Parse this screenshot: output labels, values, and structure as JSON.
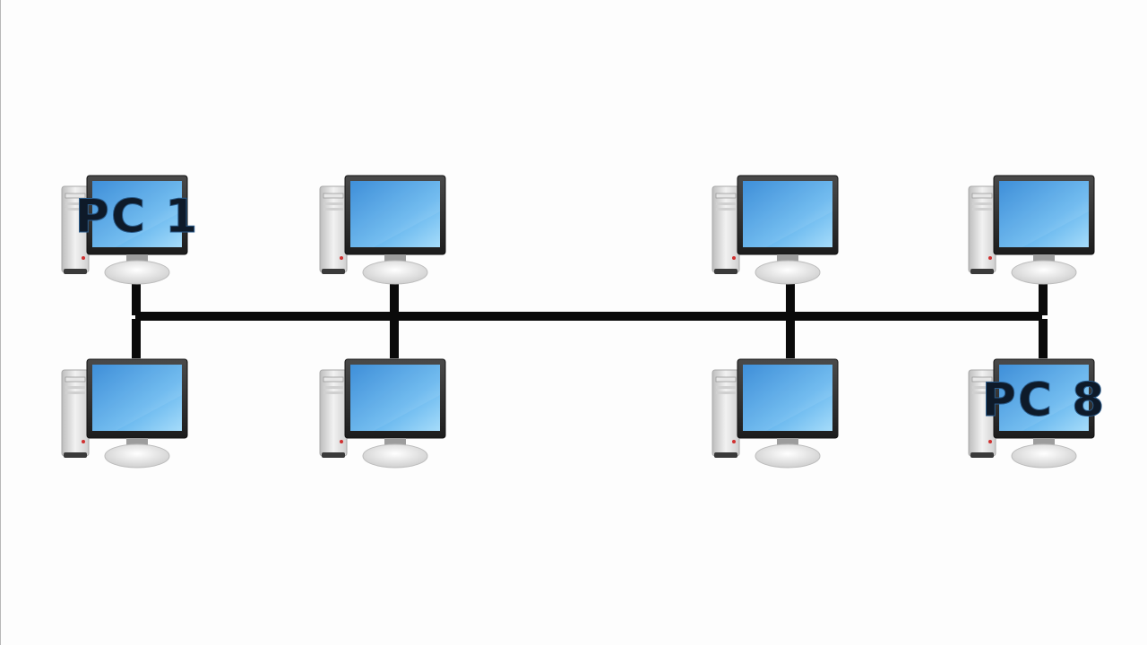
{
  "diagram": {
    "colors": {
      "background": "#fdfdfd",
      "cable": "#0a0a0a",
      "screen_top": "#3a8fd9",
      "screen_bottom": "#8fd0f7",
      "bezel": "#2b2b2b",
      "tower": "#dcdcdc"
    },
    "computers": [
      {
        "id": "pc1",
        "label": "PC 1",
        "icon": "computer-icon"
      },
      {
        "id": "pc2",
        "label": "",
        "icon": "computer-icon"
      },
      {
        "id": "pc3",
        "label": "",
        "icon": "computer-icon"
      },
      {
        "id": "pc4",
        "label": "",
        "icon": "computer-icon"
      },
      {
        "id": "pc5",
        "label": "",
        "icon": "computer-icon"
      },
      {
        "id": "pc6",
        "label": "",
        "icon": "computer-icon"
      },
      {
        "id": "pc7",
        "label": "",
        "icon": "computer-icon"
      },
      {
        "id": "pc8",
        "label": "PC 8",
        "icon": "computer-icon"
      }
    ]
  }
}
